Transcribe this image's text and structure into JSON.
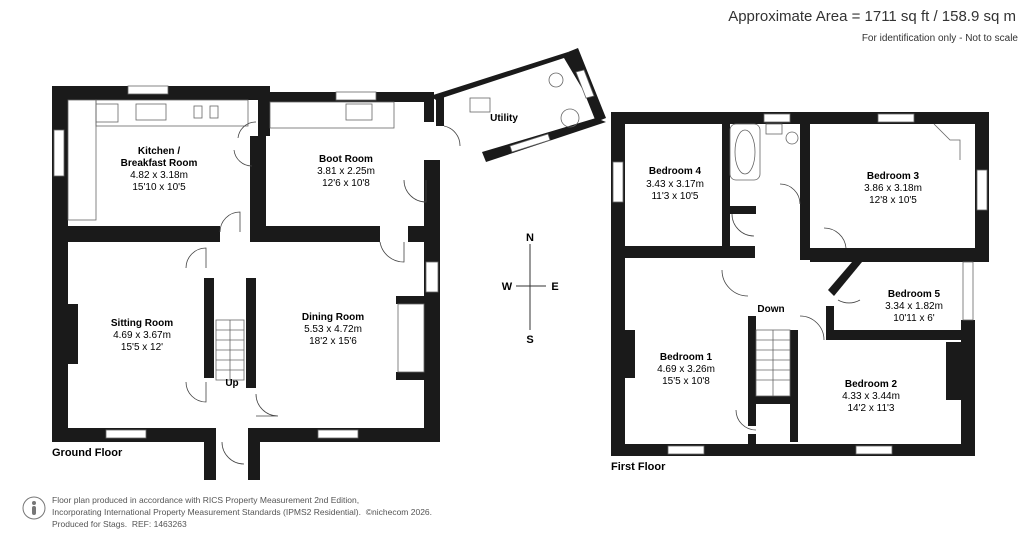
{
  "header": {
    "area": "Approximate Area = 1711 sq ft / 158.9 sq m",
    "note": "For identification only - Not to scale"
  },
  "ground_floor": {
    "label": "Ground Floor",
    "rooms": {
      "kitchen": {
        "name1": "Kitchen /",
        "name2": "Breakfast Room",
        "metric": "4.82 x 3.18m",
        "imperial": "15'10 x 10'5"
      },
      "boot": {
        "name": "Boot Room",
        "metric": "3.81 x 2.25m",
        "imperial": "12'6 x 10'8"
      },
      "utility": {
        "name": "Utility"
      },
      "sitting": {
        "name": "Sitting Room",
        "metric": "4.69 x 3.67m",
        "imperial": "15'5 x 12'"
      },
      "dining": {
        "name": "Dining Room",
        "metric": "5.53 x 4.72m",
        "imperial": "18'2 x 15'6"
      }
    },
    "stairs_label": "Up"
  },
  "first_floor": {
    "label": "First Floor",
    "rooms": {
      "bed4": {
        "name": "Bedroom 4",
        "metric": "3.43 x 3.17m",
        "imperial": "11'3 x 10'5"
      },
      "bed3": {
        "name": "Bedroom 3",
        "metric": "3.86 x 3.18m",
        "imperial": "12'8 x 10'5"
      },
      "bed5": {
        "name": "Bedroom 5",
        "metric": "3.34 x 1.82m",
        "imperial": "10'11 x 6'"
      },
      "bed1": {
        "name": "Bedroom 1",
        "metric": "4.69 x 3.26m",
        "imperial": "15'5 x 10'8"
      },
      "bed2": {
        "name": "Bedroom 2",
        "metric": "4.33 x 3.44m",
        "imperial": "14'2 x 11'3"
      }
    },
    "stairs_label": "Down"
  },
  "compass": {
    "n": "N",
    "s": "S",
    "e": "E",
    "w": "W"
  },
  "footer": {
    "line1": "Floor plan produced in accordance with RICS Property Measurement 2nd Edition,",
    "line2": "Incorporating International Property Measurement Standards (IPMS2 Residential).",
    "copyright": "©nichecom 2026.",
    "line3": "Produced for Stags.",
    "ref": "REF: 1463263"
  }
}
